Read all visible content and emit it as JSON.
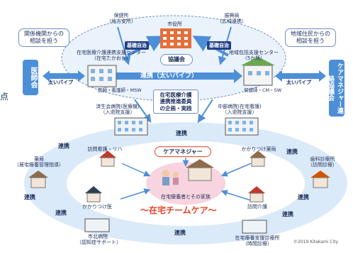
{
  "left_edge_char": "点",
  "top": {
    "hokenjo": [
      "保健所",
      "（地方支所）"
    ],
    "shinkoukyoku": [
      "振興局",
      "（広域連携）"
    ],
    "city_hall": "市役所",
    "kantoku_left": "基礎自治",
    "kantoku_right": "基礎自治",
    "council": "協議会",
    "pipe_center": "連携（太いパイプ）",
    "left_center": [
      "在宅医療介護連携支援センター",
      "（在宅たかおか）"
    ],
    "right_center": [
      "地域包括支援センター",
      "（5か所）"
    ],
    "left_staff": "医師・看護師・MSW",
    "right_staff": "保健師・CM・SW"
  },
  "side_boxes": {
    "left_consult": [
      "関係機関からの",
      "相談を担う"
    ],
    "right_consult": [
      "地域住民からの",
      "相談を担う"
    ],
    "ishikai": "医師会",
    "caremanager_assoc": "ケアマネジャー連絡協議会",
    "pipe_left": "太いパイプ",
    "pipe_right": "太いパイプ"
  },
  "middle": {
    "plan_box": [
      "在宅医療介護",
      "連携推進委員",
      "の企画・実践"
    ],
    "hospital_south": [
      "済生会病院(医療機)",
      "（入退院支援）"
    ],
    "hospital_central": [
      "中部病院(在宅看護)",
      "（入退院支援）"
    ],
    "care_manager": "ケアマネジャー",
    "home_pharmacy": "かかりつけ薬局",
    "nursing_facility": "訪問看護・リハ",
    "pharmacy_left": [
      "薬局",
      "（居宅療養管理指導）"
    ],
    "dental": [
      "歯科診療所",
      "（訪問診療）"
    ],
    "family_doctor": "かかりつけ医",
    "home_nursing": "訪問介護",
    "patient_family": "在宅療養者とその家族",
    "team_care": "～在宅チームケア～",
    "north_hospital": [
      "市北病院",
      "（認知症サポート）"
    ],
    "east_clinic": [
      "在宅療養支援診療所",
      "（時間診療）"
    ],
    "renkei": [
      "連携",
      "連携",
      "連携",
      "連携",
      "連携",
      "連携",
      "連携",
      "連携"
    ],
    "copyright": "©2019 Kitakami City"
  },
  "colors": {
    "outer_ellipse": "#cfe3f6",
    "arrow_blue": "#4d8fd6",
    "navy": "#1f3f8a",
    "red": "#e8432a",
    "pink": "#f7d4df",
    "building_orange": "#e56f3a"
  }
}
